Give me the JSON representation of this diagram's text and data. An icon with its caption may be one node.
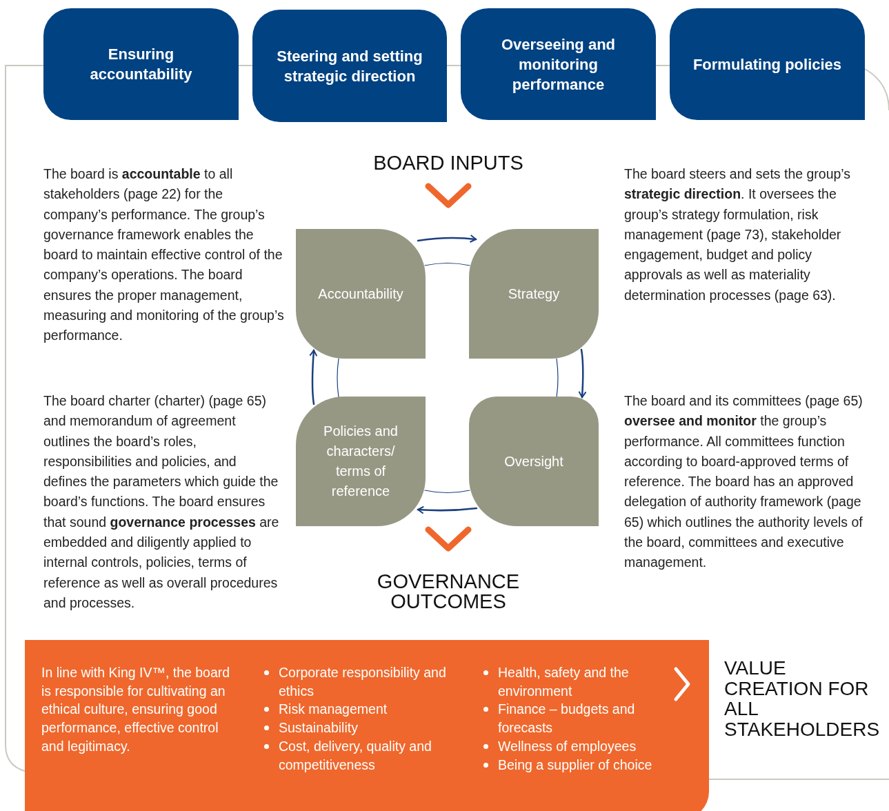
{
  "diagram": {
    "nodes": [
      {
        "text": [
          "Ensuring accountability"
        ]
      },
      {
        "text": [
          "Steering and setting strategic direction"
        ]
      },
      {
        "text": [
          "Overseeing and monitoring performance"
        ]
      },
      {
        "text": [
          "Formulating policies"
        ]
      },
      {
        "text": [
          "BOARD INPUTS"
        ]
      },
      {
        "text": [
          "Accountability"
        ]
      },
      {
        "text": [
          "Strategy"
        ]
      },
      {
        "text": [
          "Policies and characters/ terms of reference"
        ]
      },
      {
        "text": [
          "Oversight"
        ]
      },
      {
        "text": [
          "GOVERNANCE OUTCOMES"
        ]
      },
      {
        "text": [
          "In line with King IV™, the board is responsible for cultivating an ethical culture, ensuring good performance, effective control and legitimacy.",
          "Corporate responsibility and ethics",
          "Risk management",
          "Sustainability",
          "Cost, delivery, quality and competitiveness",
          "Health, safety and the environment",
          "Finance – budgets and forecasts",
          "Wellness of employees",
          "Being a supplier of choice"
        ],
        "beside": [
          "VALUE CREATION FOR ALL STAKEHOLDERS"
        ]
      }
    ],
    "edges": [
      {
        "from": 5,
        "to": 6,
        "arrow": "to"
      },
      {
        "from": 6,
        "to": 8,
        "arrow": "to"
      },
      {
        "from": 8,
        "to": 7,
        "arrow": "to"
      },
      {
        "from": 7,
        "to": 5,
        "arrow": "to"
      },
      {
        "from": 5,
        "to": 6,
        "arrow": "none"
      },
      {
        "from": 6,
        "to": 8,
        "arrow": "none"
      },
      {
        "from": 8,
        "to": 7,
        "arrow": "none"
      },
      {
        "from": 7,
        "to": 5,
        "arrow": "none"
      },
      {
        "from": 4,
        "to": null,
        "arrow": "to",
        "style": "thick",
        "color": "#ef672c"
      },
      {
        "from": null,
        "to": 9,
        "arrow": "to",
        "style": "thick",
        "color": "#ef672c"
      }
    ],
    "labels": [
      "The board is **accountable** to all stakeholders (page 22) for the company’s performance. The group’s governance framework enables the board to maintain effective control of the company’s operations. The board ensures the proper management, measuring and monitoring of the group’s performance.",
      "The board steers and sets the group’s **strategic direction**. It oversees the group’s strategy formulation, risk management (page 73), stakeholder engagement, budget and policy approvals as well as materiality determination processes (page 63).",
      "The board charter (charter) (page 65) and memorandum of agreement outlines the board’s roles, responsibilities and policies, and defines the parameters which guide the board’s functions. The board ensures that sound **governance processes** are embedded and diligently applied to internal controls, policies, terms of reference as well as overall procedures and processes.",
      "The board and its committees (page 65) **oversee and monitor** the group’s performance. All committees function according to board-approved terms of reference. The board has an approved delegation of authority framework (page 65) which outlines the authority levels of the board, committees and executive management."
    ]
  }
}
